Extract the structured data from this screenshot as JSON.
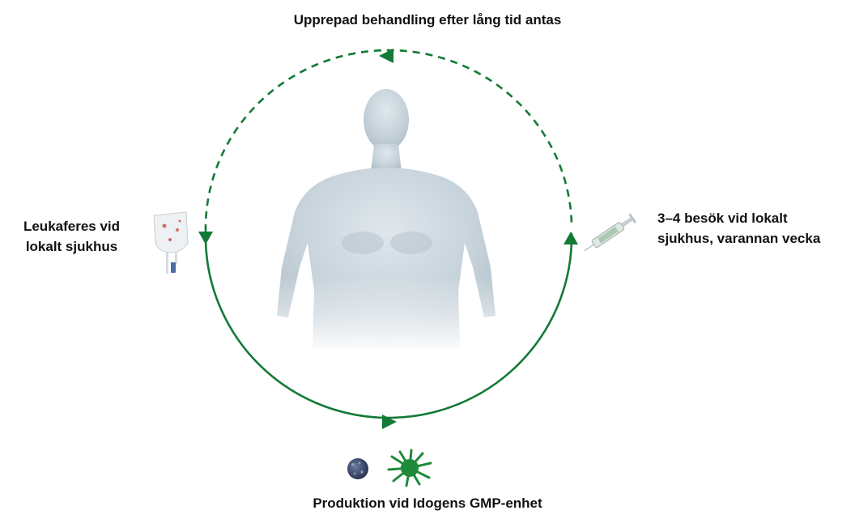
{
  "labels": {
    "top": "Upprepad behandling efter lång tid antas",
    "left_line1": "Leukaferes vid",
    "left_line2": "lokalt sjukhus",
    "right_line1": "3–4 besök vid lokalt",
    "right_line2": "sjukhus, varannan vecka",
    "bottom": "Produktion vid Idogens GMP-enhet"
  },
  "colors": {
    "cycle_green": "#127a36",
    "body_tone": "#c9d4dc",
    "label_text": "#111111"
  },
  "icons": {
    "human": "human-figure-icon",
    "blood_bag": "blood-bag-icon",
    "syringe": "syringe-icon",
    "cell_dark": "tolerogenic-cell-icon",
    "cell_green": "dendritic-cell-icon"
  }
}
